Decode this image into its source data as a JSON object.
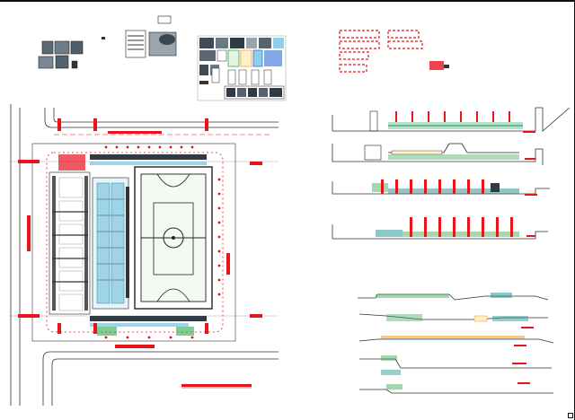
{
  "drawing": {
    "background": "#ffffff",
    "colors": {
      "line_dark": "#1a1a1a",
      "line_grey": "#7a7a7a",
      "accent_red": "#e8141c",
      "accent_orange": "#f2a23a",
      "accent_teal": "#1d8f8f",
      "accent_green": "#2fa84f",
      "accent_blue": "#2b6fd6",
      "court_green": "#d9efd9",
      "seating_blue": "#9fd3e8"
    },
    "views": [
      {
        "name": "detail-thumbnails-top-left"
      },
      {
        "name": "detail-panel-top-center"
      },
      {
        "name": "legend-block-top-right"
      },
      {
        "name": "site-plan"
      },
      {
        "name": "building-sections"
      },
      {
        "name": "terrain-profiles"
      }
    ],
    "site_plan": {
      "features": [
        "sports-court",
        "center-circle",
        "seating-stands",
        "parking-bays",
        "perimeter-road",
        "north-road"
      ]
    }
  }
}
